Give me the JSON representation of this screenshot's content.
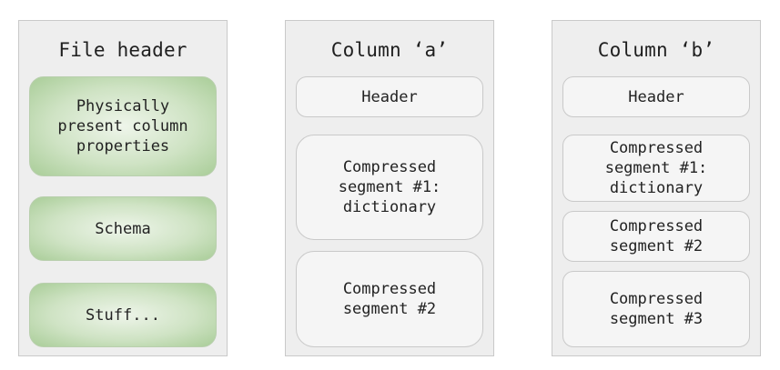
{
  "file_header": {
    "title": "File header",
    "boxes": [
      "Physically\npresent column\nproperties",
      "Schema",
      "Stuff..."
    ]
  },
  "column_a": {
    "title": "Column ‘a’",
    "boxes": [
      "Header",
      "Compressed\nsegment #1:\ndictionary",
      "Compressed\nsegment #2"
    ]
  },
  "column_b": {
    "title": "Column ‘b’",
    "boxes": [
      "Header",
      "Compressed\nsegment #1:\ndictionary",
      "Compressed\nsegment #2",
      "Compressed\nsegment #3"
    ]
  },
  "colors": {
    "panel_bg": "#eeeeee",
    "box_bg": "#f5f5f5",
    "green_center": "#eef5ea",
    "green_edge": "#a9cd98"
  }
}
